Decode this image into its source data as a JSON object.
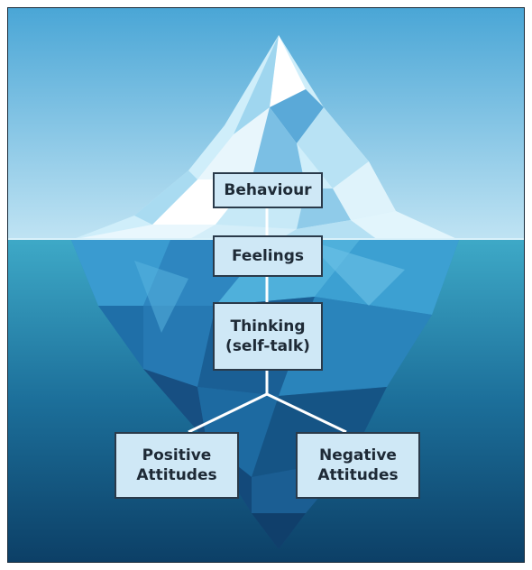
{
  "diagram": {
    "nodes": {
      "behaviour": "Behaviour",
      "feelings": "Feelings",
      "thinking": "Thinking\n(self-talk)",
      "positive": "Positive\nAttitudes",
      "negative": "Negative\nAttitudes"
    },
    "colors": {
      "sky_top": "#4aa6d6",
      "sky_bottom": "#bfe3f3",
      "water_top": "#3ea9c7",
      "water_bottom": "#0c3f66",
      "ice_light": "#e8f6fc",
      "ice_deep": "#1f6fa8",
      "box_fill": "#cfe8f6",
      "box_border": "#2a3a4a",
      "connector": "#ffffff"
    }
  }
}
